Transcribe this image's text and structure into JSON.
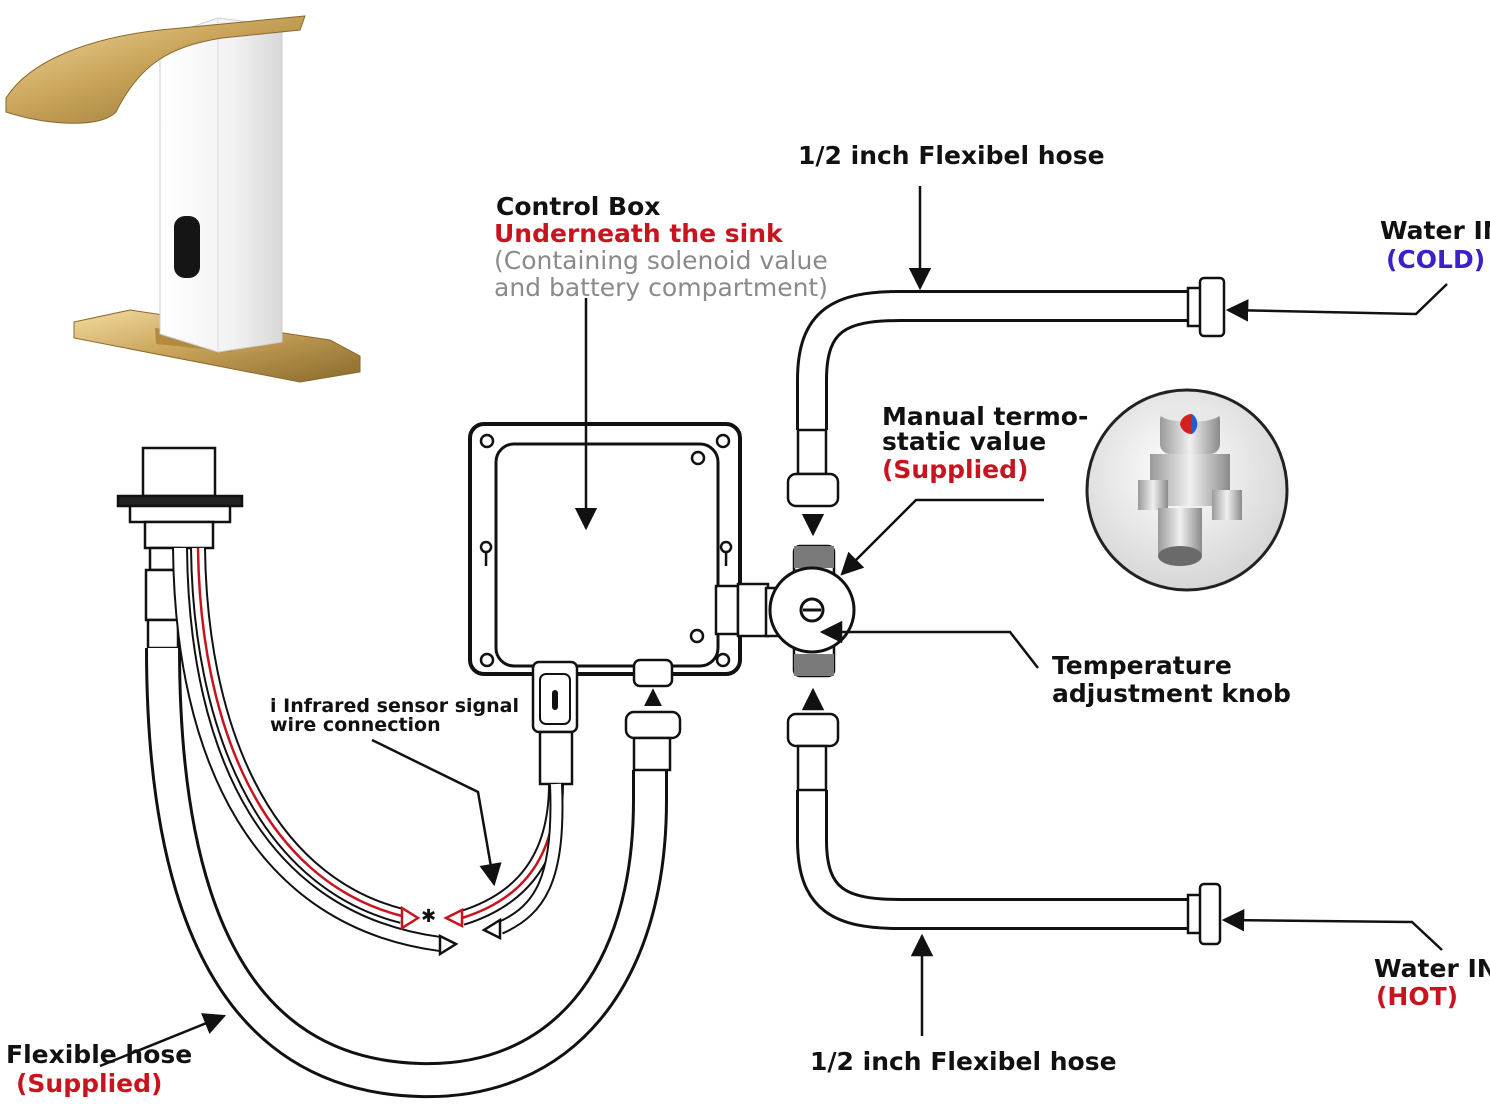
{
  "colors": {
    "accent_red": "#c8141e",
    "accent_blue": "#3a22c8",
    "muted_grey": "#8a8a8a",
    "faucet_gold": "#c9a45a",
    "faucet_white": "#f4f4f4",
    "line": "#111111"
  },
  "labels": {
    "control_box_title": "Control Box",
    "control_box_location": "Underneath the sink",
    "control_box_note_1": "(Containing solenoid value",
    "control_box_note_2": "and battery compartment)",
    "hose_top": "1/2 inch Flexibel hose",
    "hose_bottom": "1/2 inch Flexibel hose",
    "water_in_cold_1": "Water IN",
    "water_in_cold_2": "(COLD)",
    "water_in_hot_1": "Water IN",
    "water_in_hot_2": "(HOT)",
    "valve_1": "Manual termo-",
    "valve_2": "static value",
    "valve_3": "(Supplied)",
    "knob_1": "Temperature",
    "knob_2": "adjustment knob",
    "sensor_1": "i Infrared sensor signal",
    "sensor_2": "wire connection",
    "flex_hose_1": "Flexible hose",
    "flex_hose_2": "(Supplied)"
  },
  "icons": {
    "faucet": "waterfall-faucet-icon",
    "valve_photo": "thermostatic-valve-icon",
    "control_box": "control-box-icon",
    "mixing_valve": "mixing-valve-icon"
  }
}
